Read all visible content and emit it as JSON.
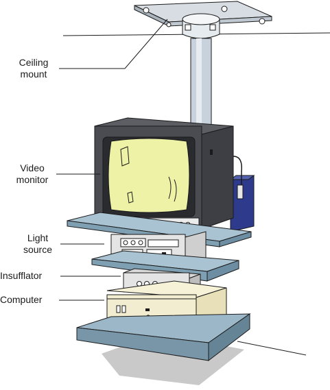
{
  "labels": {
    "ceiling_mount": [
      "Ceiling",
      "mount"
    ],
    "video_monitor": [
      "Video",
      "monitor"
    ],
    "light_source": [
      "Light",
      "source"
    ],
    "insufflator": "Insufflator",
    "computer": "Computer"
  },
  "colors": {
    "outline": "#1a1a1a",
    "ceiling_plate": "#d8dde3",
    "pole": "#c7d2dc",
    "monitor_body": "#4a4c52",
    "screen": "#eef2a6",
    "shelf": "#a9c3d2",
    "base": "#9cb8c8",
    "bracket": "#2e3a8c",
    "device": "#e4e4e4",
    "computer_case": "#f2edd0",
    "shadow": "#c8c8c8"
  }
}
